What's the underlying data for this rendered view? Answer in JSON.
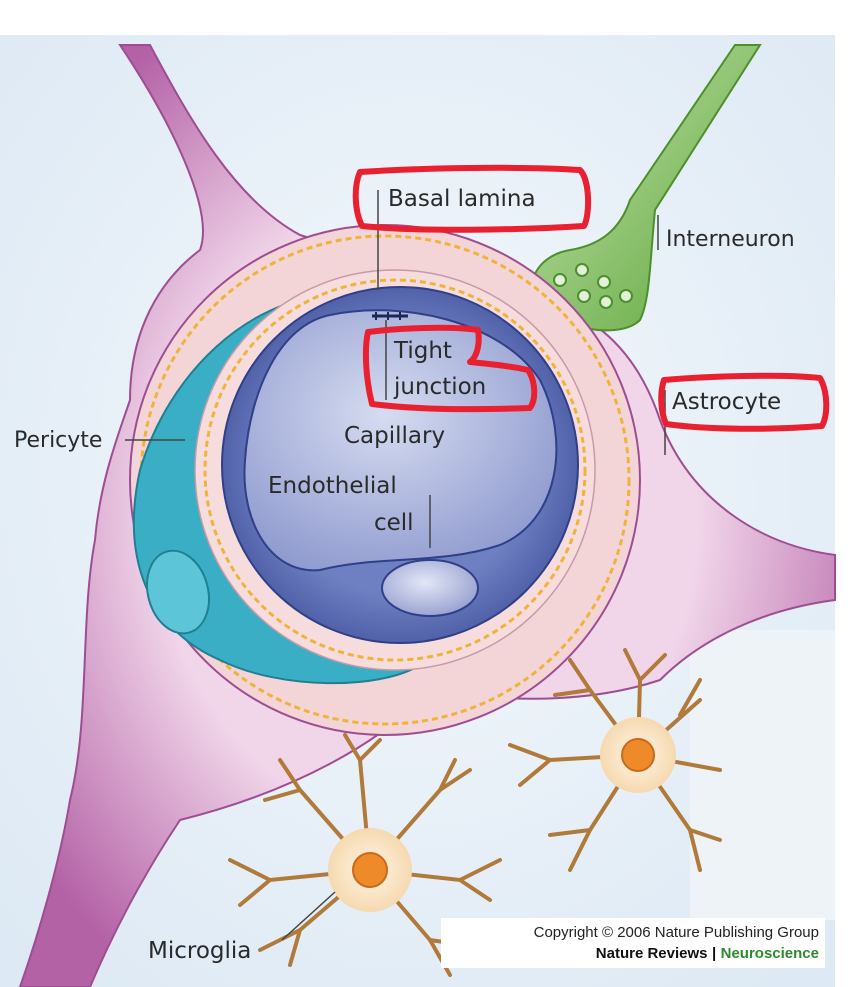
{
  "labels": {
    "basal_lamina": "Basal lamina",
    "interneuron": "Interneuron",
    "tight_junction_1": "Tight",
    "tight_junction_2": "junction",
    "astrocyte": "Astrocyte",
    "pericyte": "Pericyte",
    "capillary": "Capillary",
    "endothelial_1": "Endothelial",
    "endothelial_2": "cell",
    "microglia": "Microglia"
  },
  "credit": {
    "copyright": "Copyright © 2006 Nature Publishing Group",
    "journal": "Nature Reviews",
    "separator": "|",
    "section": "Neuroscience"
  },
  "colors": {
    "background": "#e6f0f8",
    "astrocyte": "#b565a8",
    "pericyte": "#3aaec4",
    "endothelial": "#5d6fb6",
    "capillary_lumen": "#b7bfe0",
    "basal_lamina": "#f0b33a",
    "interneuron": "#6fb14a",
    "microglia": "#b07a3a",
    "highlight_box": "#e8202f"
  }
}
